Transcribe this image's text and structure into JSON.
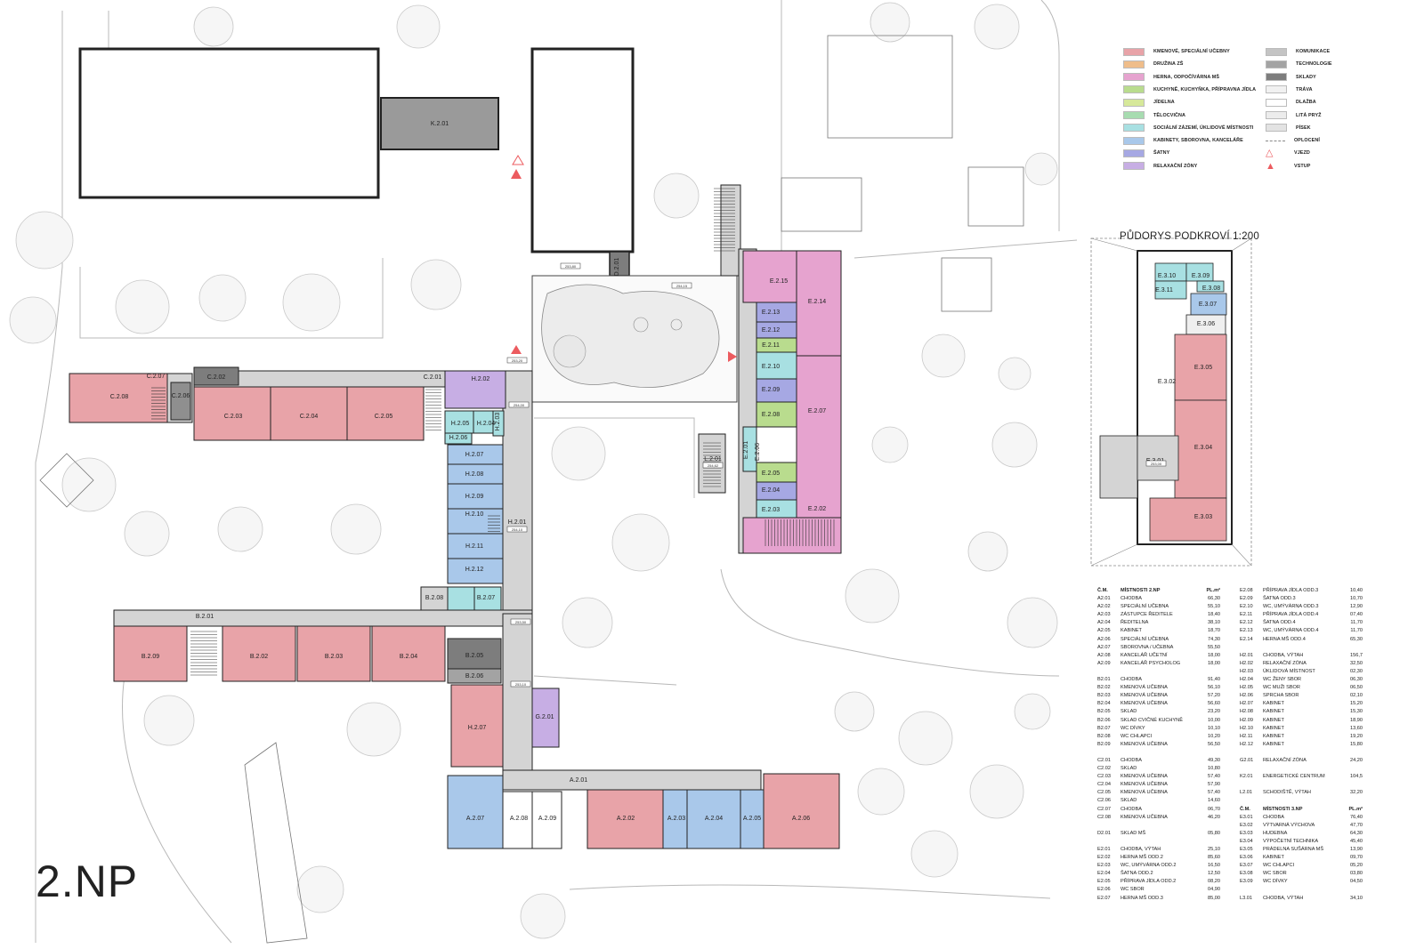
{
  "title": "2.NP",
  "attic_title": "PŮDORYS PODKROVÍ  1:200",
  "legend": [
    {
      "label": "KMENOVÉ, SPECIÁLNÍ UČEBNY",
      "color": "#e8a3a8",
      "icon": "swatch"
    },
    {
      "label": "DRUŽINA ZŠ",
      "color": "#efbd8a",
      "icon": "swatch"
    },
    {
      "label": "HERNA, ODPOČÍVÁRNA MŠ",
      "color": "#e6a3cf",
      "icon": "swatch"
    },
    {
      "label": "KUCHYNĚ, KUCHYŇKA, PŘÍPRAVNA JÍDLA",
      "color": "#b9dc8e",
      "icon": "swatch"
    },
    {
      "label": "JÍDELNA",
      "color": "#d6e89a",
      "icon": "swatch"
    },
    {
      "label": "TĚLOCVIČNA",
      "color": "#a7dcb0",
      "icon": "swatch"
    },
    {
      "label": "SOCIÁLNÍ ZÁZEMÍ, ÚKLIDOVÉ MÍSTNOSTI",
      "color": "#a8e0e2",
      "icon": "swatch"
    },
    {
      "label": "KABINETY, SBOROVNA, KANCELÁŘE",
      "color": "#a9c8ea",
      "icon": "swatch"
    },
    {
      "label": "ŠATNY",
      "color": "#a6a8e3",
      "icon": "swatch"
    },
    {
      "label": "RELAXAČNÍ ZÓNY",
      "color": "#c7aee4",
      "icon": "swatch"
    },
    {
      "label": "KOMUNIKACE",
      "color": "#c4c4c4",
      "icon": "swatch"
    },
    {
      "label": "TECHNOLOGIE",
      "color": "#a3a3a3",
      "icon": "swatch"
    },
    {
      "label": "SKLADY",
      "color": "#7d7d7d",
      "icon": "swatch"
    },
    {
      "label": "TRÁVA",
      "color": "#f1f1f1",
      "icon": "swatch"
    },
    {
      "label": "DLAŽBA",
      "color": "#ffffff",
      "icon": "swatch"
    },
    {
      "label": "LITÁ PRYŽ",
      "color": "#ececec",
      "icon": "swatch"
    },
    {
      "label": "PÍSEK",
      "color": "#e3e3e3",
      "icon": "swatch"
    },
    {
      "label": "OPLOCENÍ",
      "color": "#888888",
      "icon": "fence-line"
    },
    {
      "label": "VJEZD",
      "color": "#ec5b5f",
      "icon": "triangle-outline"
    },
    {
      "label": "VSTUP",
      "color": "#ec5b5f",
      "icon": "triangle-filled"
    }
  ],
  "tables": [
    {
      "header": [
        "Č.M.",
        "MÍSTNOSTI 2.NP",
        "PL.m²"
      ],
      "groups": [
        [
          [
            "A2.01",
            "CHODBA",
            "66,30"
          ],
          [
            "A2.02",
            "SPECIÁLNÍ UČEBNA",
            "55,10"
          ],
          [
            "A2.03",
            "ZÁSTUPCE ŘEDITELE",
            "18,40"
          ],
          [
            "A2.04",
            "ŘEDITELNA",
            "38,10"
          ],
          [
            "A2.05",
            "KABINET",
            "18,70"
          ],
          [
            "A2.06",
            "SPECIÁLNÍ UČEBNA",
            "74,30"
          ],
          [
            "A2.07",
            "SBOROVNA / UČEBNA",
            "55,50"
          ],
          [
            "A2.08",
            "KANCELÁŘ UČETNÍ",
            "18,00"
          ],
          [
            "A2.09",
            "KANCELÁŘ PSYCHOLOG",
            "18,00"
          ]
        ],
        [
          [
            "B2.01",
            "CHODBA",
            "91,40"
          ],
          [
            "B2.02",
            "KMENOVÁ UČEBNA",
            "56,10"
          ],
          [
            "B2.03",
            "KMENOVÁ UČEBNA",
            "57,20"
          ],
          [
            "B2.04",
            "KMENOVÁ UČEBNA",
            "56,60"
          ],
          [
            "B2.05",
            "SKLAD",
            "23,20"
          ],
          [
            "B2.06",
            "SKLAD CVIČNÉ KUCHYNĚ",
            "10,00"
          ],
          [
            "B2.07",
            "WC DÍVKY",
            "10,10"
          ],
          [
            "B2.08",
            "WC CHLAPCI",
            "10,20"
          ],
          [
            "B2.09",
            "KMENOVÁ UČEBNA",
            "56,50"
          ]
        ],
        [
          [
            "C2.01",
            "CHODBA",
            "49,30"
          ],
          [
            "C2.02",
            "SKLAD",
            "10,80"
          ],
          [
            "C2.03",
            "KMENOVÁ UČEBNA",
            "57,40"
          ],
          [
            "C2.04",
            "KMENOVÁ UČEBNA",
            "57,90"
          ],
          [
            "C2.05",
            "KMENOVÁ UČEBNA",
            "57,40"
          ],
          [
            "C2.06",
            "SKLAD",
            "14,60"
          ],
          [
            "C2.07",
            "CHODBA",
            "06,70"
          ],
          [
            "C2.08",
            "KMENOVÁ UČEBNA",
            "46,20"
          ]
        ],
        [
          [
            "D2.01",
            "SKLAD MŠ",
            "05,80"
          ]
        ],
        [
          [
            "E2.01",
            "CHODBA, VÝTAH",
            "25,10"
          ],
          [
            "E2.02",
            "HERNA MŠ ODD.2",
            "85,60"
          ],
          [
            "E2.03",
            "WC, UMÝVÁRNA ODD.2",
            "16,50"
          ],
          [
            "E2.04",
            "ŠATNA ODD.2",
            "12,50"
          ],
          [
            "E2.05",
            "PŘÍPRAVA JÍDLA ODD.2",
            "08,20"
          ],
          [
            "E2.06",
            "WC SBOR",
            "04,90"
          ],
          [
            "E2.07",
            "HERNA MŠ ODD.3",
            "85,00"
          ]
        ]
      ]
    },
    {
      "header": [],
      "groups": [
        [
          [
            "E2.08",
            "PŘÍPRAVA JÍDLA ODD.3",
            "10,40"
          ],
          [
            "E2.09",
            "ŠATNA ODD.3",
            "10,70"
          ],
          [
            "E2.10",
            "WC, UMÝVÁRNA ODD.3",
            "12,90"
          ],
          [
            "E2.11",
            "PŘÍPRAVA JÍDLA ODD.4",
            "07,40"
          ],
          [
            "E2.12",
            "ŠATNA ODD.4",
            "11,70"
          ],
          [
            "E2.13",
            "WC, UMÝVÁRNA ODD.4",
            "11,70"
          ],
          [
            "E2.14",
            "HERNA MŠ ODD.4",
            "65,30"
          ]
        ],
        [
          [
            "H2.01",
            "CHODBA, VÝTAH",
            "156,7"
          ],
          [
            "H2.02",
            "RELAXAČNÍ ZÓNA",
            "32,50"
          ],
          [
            "H2.03",
            "ÚKLIDOVÁ MÍSTNOST",
            "02,30"
          ],
          [
            "H2.04",
            "WC ŽENY SBOR",
            "06,30"
          ],
          [
            "H2.05",
            "WC MUŽI SBOR",
            "06,50"
          ],
          [
            "H2.06",
            "SPRCHA SBOR",
            "02,10"
          ],
          [
            "H2.07",
            "KABINET",
            "15,20"
          ],
          [
            "H2.08",
            "KABINET",
            "15,30"
          ],
          [
            "H2.09",
            "KABINET",
            "18,90"
          ],
          [
            "H2.10",
            "KABINET",
            "13,60"
          ],
          [
            "H2.11",
            "KABINET",
            "19,20"
          ],
          [
            "H2.12",
            "KABINET",
            "15,80"
          ]
        ],
        [
          [
            "G2.01",
            "RELAXAČNÍ ZÓNA",
            "24,20"
          ]
        ],
        [
          [
            "K2.01",
            "ENERGETICKÉ CENTRUM",
            "104,5"
          ]
        ],
        [
          [
            "L2.01",
            "SCHODIŠTĚ, VÝTAH",
            "32,20"
          ]
        ],
        [
          [
            "Č.M.",
            "MÍSTNOSTI 3.NP",
            "PL.m²"
          ],
          [
            "E3.01",
            "CHODBA",
            "76,40"
          ],
          [
            "E3.02",
            "VÝTVARNÁ VÝCHOVA",
            "47,70"
          ],
          [
            "E3.03",
            "HUDEBNA",
            "64,30"
          ],
          [
            "E3.04",
            "VÝPOČETNÍ TECHNIKA",
            "45,40"
          ],
          [
            "E3.05",
            "PRÁDELNA SUŠÁRNA MŠ",
            "13,90"
          ],
          [
            "E3.06",
            "KABINET",
            "09,70"
          ],
          [
            "E3.07",
            "WC CHLAPCI",
            "05,20"
          ],
          [
            "E3.08",
            "WC SBOR",
            "03,80"
          ],
          [
            "E3.09",
            "WC DÍVKY",
            "04,50"
          ]
        ],
        [
          [
            "L3.01",
            "CHODBA, VÝTAH",
            "34,10"
          ]
        ]
      ]
    }
  ],
  "room_labels": {
    "K201": "K.2.01",
    "C201": "C.2.01",
    "C202": "C.2.02",
    "C203": "C.2.03",
    "C204": "C.2.04",
    "C205": "C.2.05",
    "C206": "C.2.06",
    "C207": "C.2.07",
    "C208": "C.2.08",
    "H201": "H.2.01",
    "H202": "H.2.02",
    "H203": "H.2.03",
    "H204": "H.2.04",
    "H205": "H.2.05",
    "H206": "H.2.06",
    "H207": "H.2.07",
    "H208": "H.2.08",
    "H209": "H.2.09",
    "H210": "H.2.10",
    "H211": "H.2.11",
    "H212": "H.2.12",
    "D201": "D.2.01",
    "E201": "E.2.01",
    "E202": "E.2.02",
    "E203": "E.2.03",
    "E204": "E.2.04",
    "E205": "E.2.05",
    "E206": "E.2.06",
    "E207": "E.2.07",
    "E208": "E.2.08",
    "E209": "E.2.09",
    "E210": "E.2.10",
    "E211": "E.2.11",
    "E212": "E.2.12",
    "E213": "E.2.13",
    "E214": "E.2.14",
    "E215": "E.2.15",
    "L201": "L.2.01",
    "B201": "B.2.01",
    "B202": "B.2.02",
    "B203": "B.2.03",
    "B204": "B.2.04",
    "B205": "B.2.05",
    "B206": "B.2.06",
    "B207": "B.2.07",
    "B208": "B.2.08",
    "B209": "B.2.09",
    "G201": "G.2.01",
    "A201": "A.2.01",
    "A202": "A.2.02",
    "A203": "A.2.03",
    "A204": "A.2.04",
    "A205": "A.2.05",
    "A206": "A.2.06",
    "A207": "A.2.07",
    "A208": "A.2.08",
    "A209": "A.2.09",
    "E301": "E.3.01",
    "E302": "E.3.02",
    "E303": "E.3.03",
    "E304": "E.3.04",
    "E305": "E.3.05",
    "E306": "E.3.06",
    "E307": "E.3.07",
    "E308": "E.3.08",
    "E309": "E.3.09",
    "E310": "E.3.10",
    "E311": "E.3.11"
  },
  "level_tags": {
    "t1": "253,80",
    "t2": "254,15",
    "t3": "253,20",
    "t4": "254,10",
    "t5": "253,10",
    "t6": "254,00",
    "t7": "254,62",
    "t8": "253,50",
    "t9": "253,00"
  }
}
